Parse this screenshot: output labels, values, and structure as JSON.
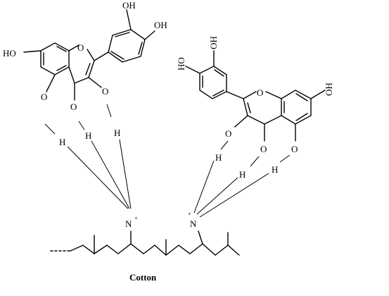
{
  "labels": {
    "ho": "HO",
    "oh": "OH",
    "o": "O",
    "h": "H",
    "n": "N",
    "plus": "+",
    "cotton": "Cotton"
  }
}
